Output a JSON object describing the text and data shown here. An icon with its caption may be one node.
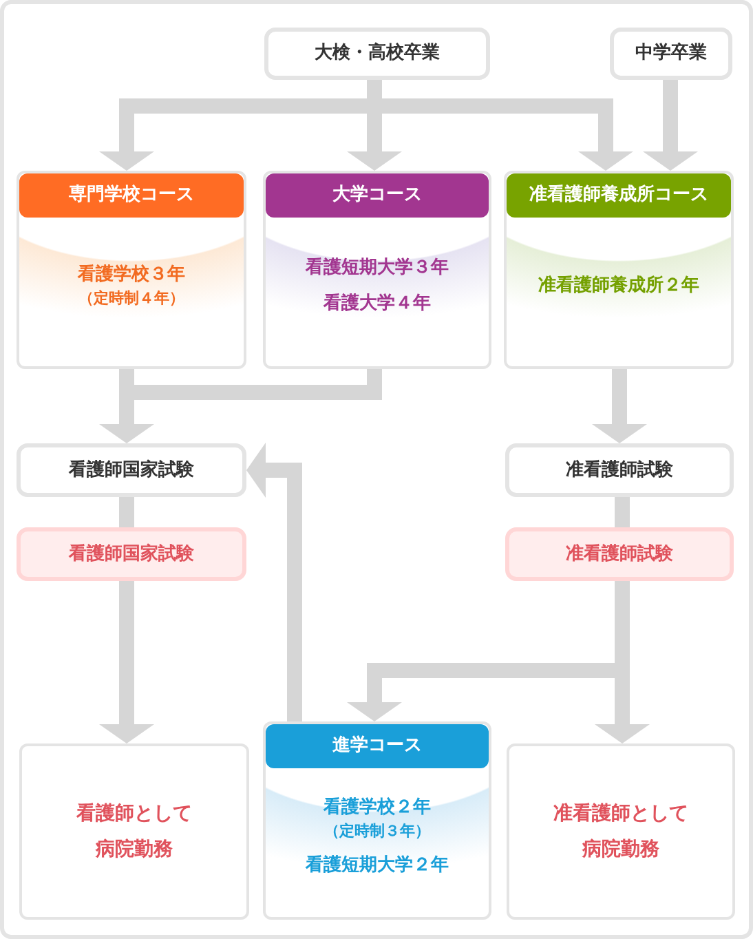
{
  "diagram": {
    "nodes": [
      {
        "text": [
          "大検・高校卒業"
        ]
      },
      {
        "text": [
          "中学卒業"
        ]
      },
      {
        "text": [
          "専門学校コース",
          "看護学校３年",
          "（定時制４年）"
        ]
      },
      {
        "text": [
          "大学コース",
          "看護短期大学３年",
          "看護大学４年"
        ]
      },
      {
        "text": [
          "准看護師養成所コース",
          "准看護師養成所２年"
        ]
      },
      {
        "text": [
          "看護師国家試験"
        ]
      },
      {
        "text": [
          "看護師国家試験"
        ]
      },
      {
        "text": [
          "准看護師試験"
        ]
      },
      {
        "text": [
          "准看護師試験"
        ]
      },
      {
        "text": [
          "看護師として病院勤務"
        ]
      },
      {
        "text": [
          "進学コース",
          "看護学校２年",
          "（定時制３年）",
          "看護短期大学２年"
        ]
      },
      {
        "text": [
          "准看護師として病院勤務"
        ]
      }
    ],
    "edges": [
      {
        "from": 0,
        "to": 2,
        "arrow": "to"
      },
      {
        "from": 0,
        "to": 3,
        "arrow": "to"
      },
      {
        "from": 0,
        "to": 4,
        "arrow": "to"
      },
      {
        "from": 1,
        "to": 4,
        "arrow": "to"
      },
      {
        "from": 2,
        "to": 5,
        "arrow": "to"
      },
      {
        "from": 3,
        "to": 5,
        "arrow": "to"
      },
      {
        "from": 4,
        "to": 7,
        "arrow": "to"
      },
      {
        "from": 5,
        "to": 6,
        "arrow": "none"
      },
      {
        "from": 6,
        "to": 9,
        "arrow": "to"
      },
      {
        "from": 7,
        "to": 8,
        "arrow": "none"
      },
      {
        "from": 8,
        "to": 11,
        "arrow": "to"
      },
      {
        "from": 8,
        "to": 10,
        "arrow": "to"
      },
      {
        "from": 10,
        "to": 5,
        "arrow": "to"
      }
    ]
  }
}
